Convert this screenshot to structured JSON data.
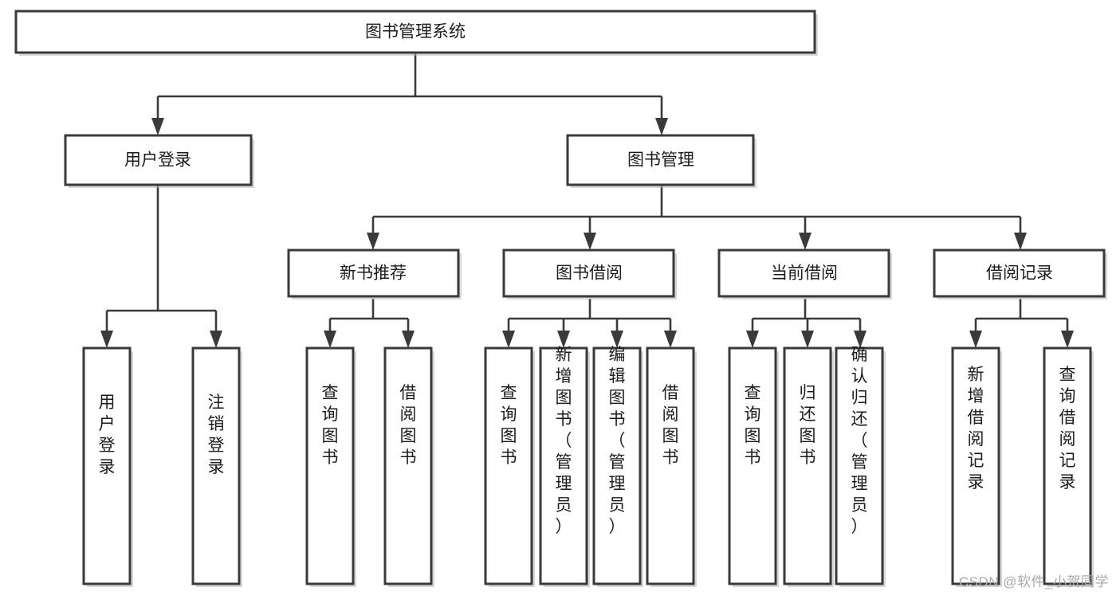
{
  "diagram": {
    "title": "图书管理系统",
    "type": "tree-hierarchy-chart",
    "watermark": "CSDN @软件_小贺同学",
    "colors": {
      "box_stroke": "#3a3a3a",
      "box_fill": "#ffffff",
      "connector": "#3a3a3a",
      "text": "#1c1c1c",
      "watermark": "#a9a9a9",
      "background": "#ffffff"
    },
    "root": {
      "label": "图书管理系统"
    },
    "level2": [
      {
        "label": "用户登录"
      },
      {
        "label": "图书管理"
      }
    ],
    "level3": [
      {
        "label": "新书推荐"
      },
      {
        "label": "图书借阅"
      },
      {
        "label": "当前借阅"
      },
      {
        "label": "借阅记录"
      }
    ],
    "leaves": {
      "user_login": [
        {
          "label": "用户登录"
        },
        {
          "label": "注销登录"
        }
      ],
      "new_book_recommend": [
        {
          "label": "查询图书"
        },
        {
          "label": "借阅图书"
        }
      ],
      "book_borrow": [
        {
          "label": "查询图书"
        },
        {
          "label": "新增图书（管理员）"
        },
        {
          "label": "编辑图书（管理员）"
        },
        {
          "label": "借阅图书"
        }
      ],
      "current_borrow": [
        {
          "label": "查询图书"
        },
        {
          "label": "归还图书"
        },
        {
          "label": "确认归还（管理员）"
        }
      ],
      "borrow_records": [
        {
          "label": "新增借阅记录"
        },
        {
          "label": "查询借阅记录"
        }
      ]
    }
  }
}
